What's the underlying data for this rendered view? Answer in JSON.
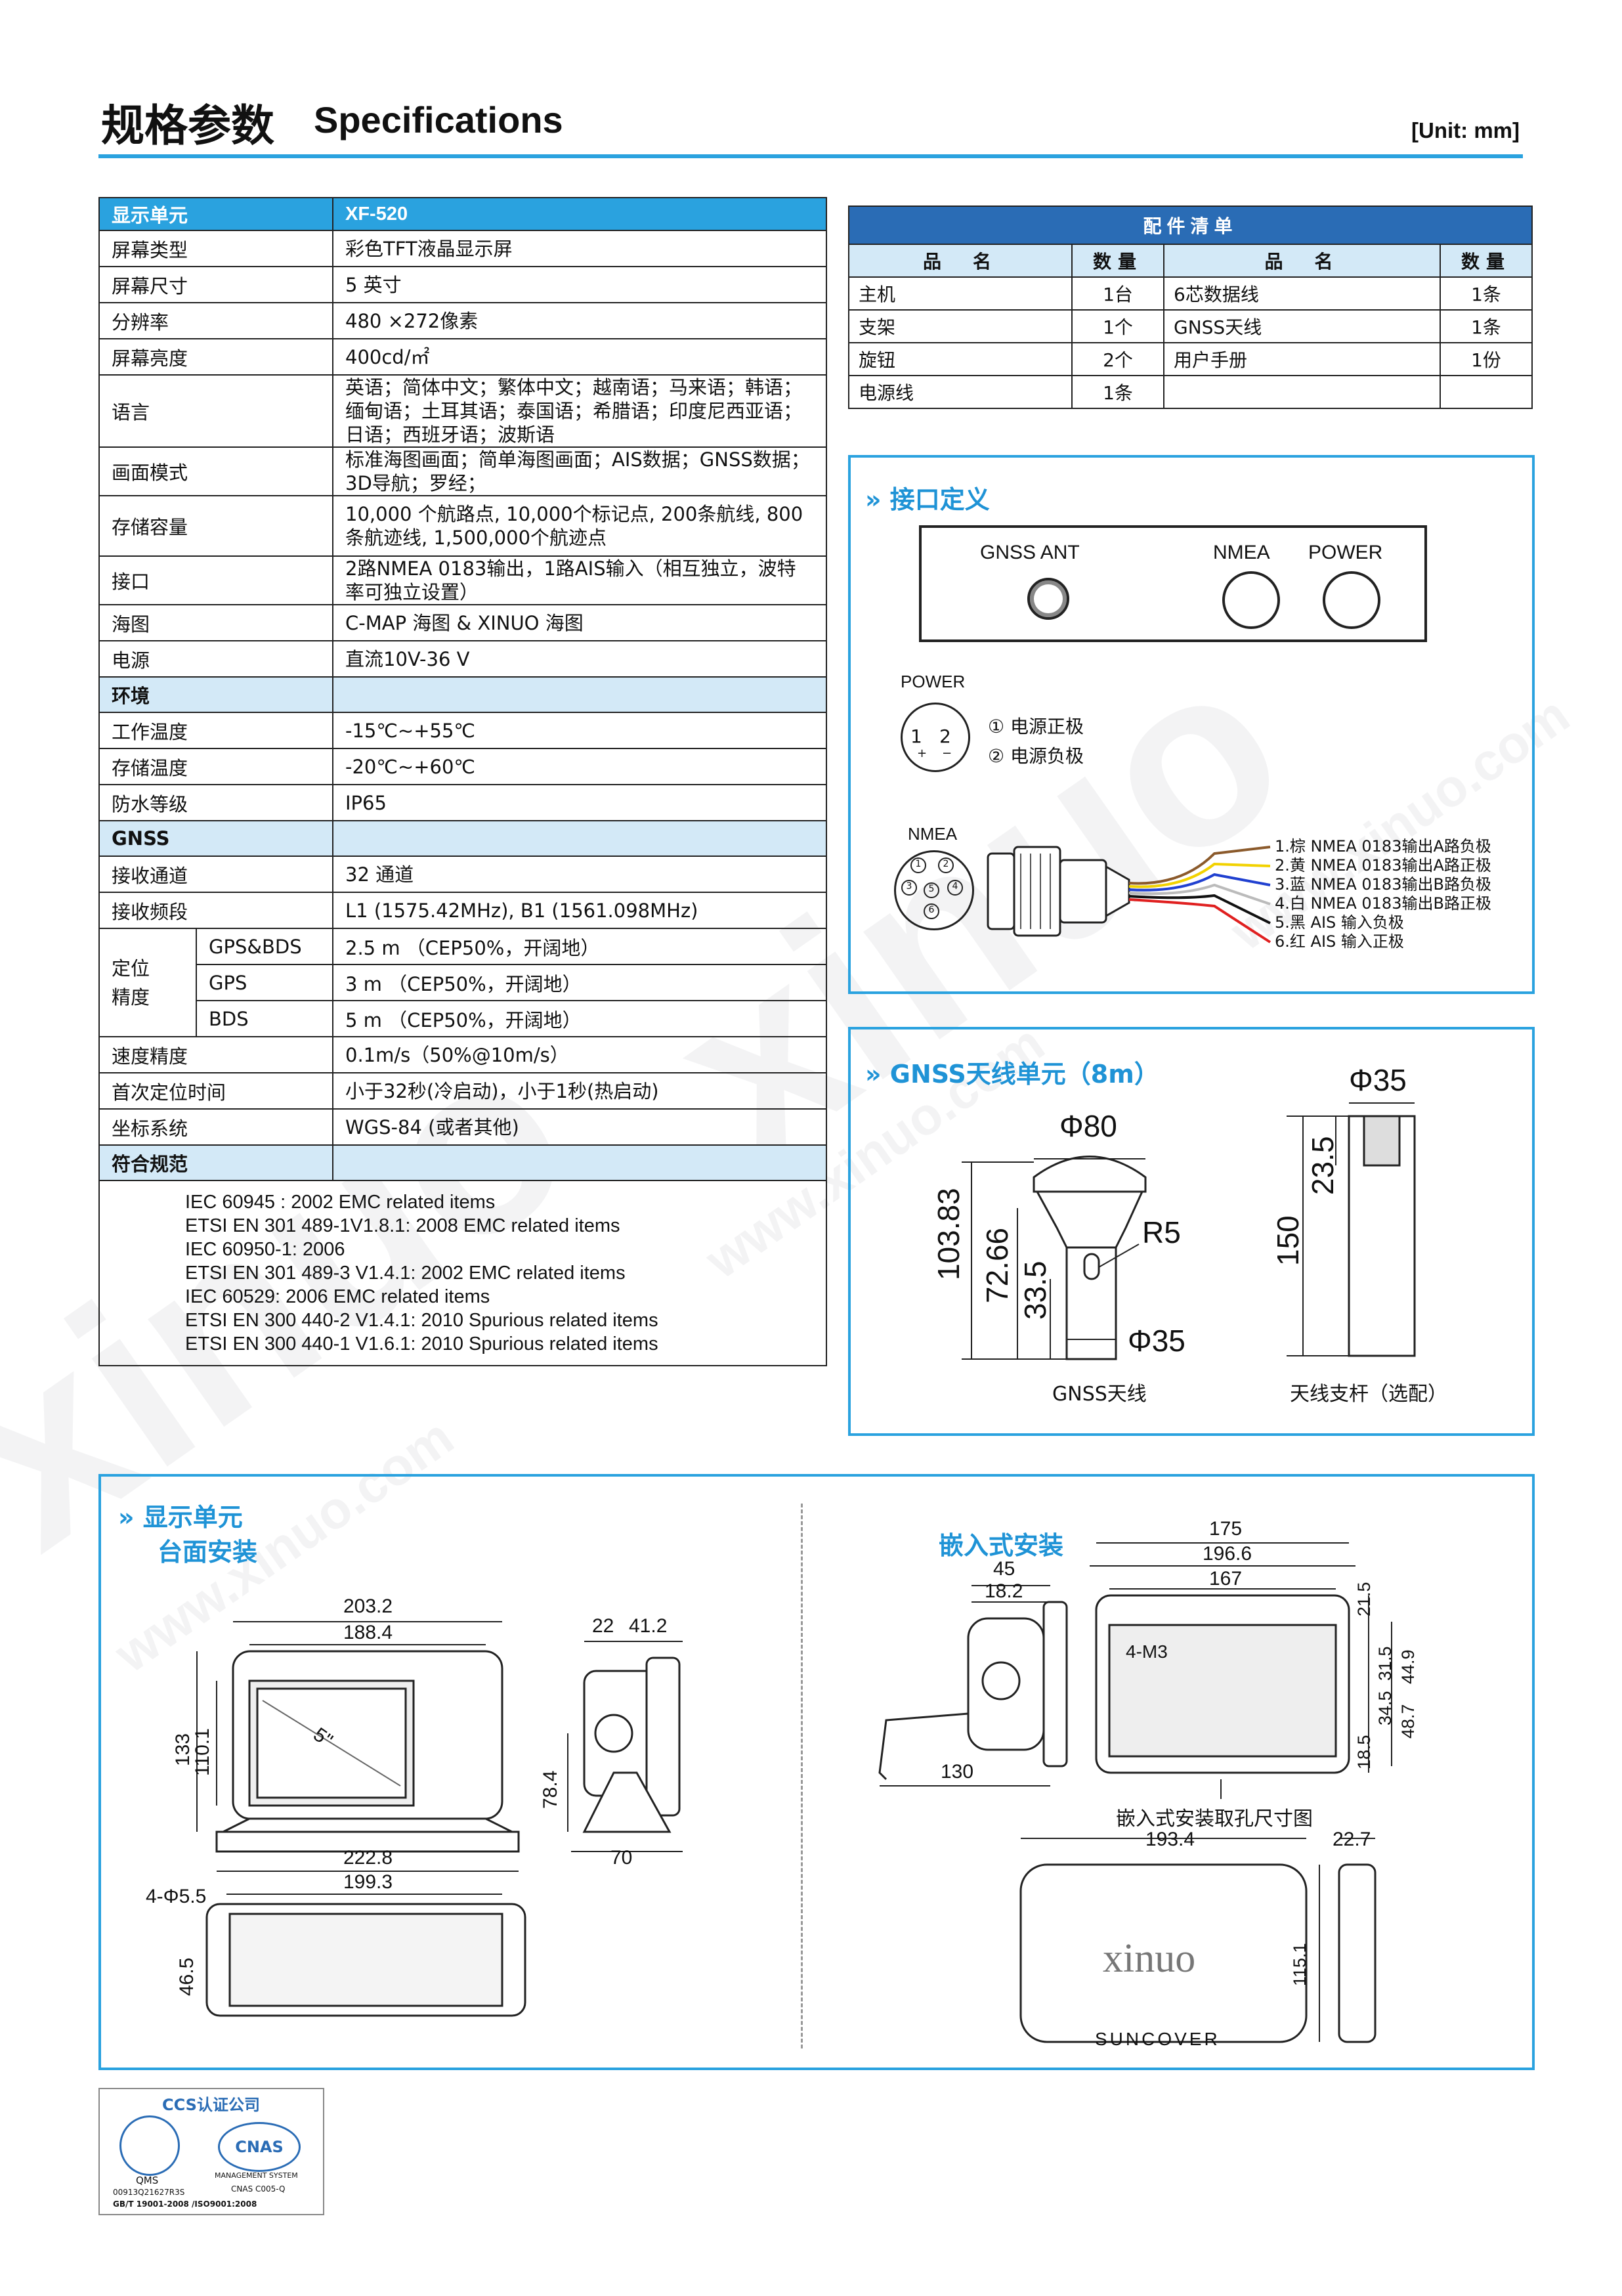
{
  "header": {
    "title_cn": "规格参数",
    "title_en": "Specifications",
    "unit": "[Unit: mm]"
  },
  "specs": {
    "head": {
      "label": "显示单元",
      "value": "XF-520"
    },
    "rows1": [
      {
        "label": "屏幕类型",
        "value": "彩色TFT液晶显示屏"
      },
      {
        "label": "屏幕尺寸",
        "value": "5 英寸"
      },
      {
        "label": "分辨率",
        "value": "480 ×272像素"
      },
      {
        "label": "屏幕亮度",
        "value": "400cd/㎡"
      },
      {
        "label": "语言",
        "value": "英语；简体中文；繁体中文；越南语；马来语；韩语；缅甸语；土耳其语；泰国语；希腊语；印度尼西亚语；日语；西班牙语；波斯语"
      },
      {
        "label": "画面模式",
        "value": "标准海图画面；简单海图画面；AIS数据；GNSS数据；3D导航；罗经；"
      },
      {
        "label": "存储容量",
        "value": "10,000 个航路点, 10,000个标记点, 200条航线, 800条航迹线, 1,500,000个航迹点"
      },
      {
        "label": "接口",
        "value": "2路NMEA 0183输出，1路AIS输入（相互独立，波特率可独立设置）"
      },
      {
        "label": "海图",
        "value": "C-MAP 海图 & XINUO 海图"
      },
      {
        "label": "电源",
        "value": "直流10V-36 V"
      }
    ],
    "section_env": "环境",
    "rows_env": [
      {
        "label": "工作温度",
        "value": "-15℃~+55℃"
      },
      {
        "label": "存储温度",
        "value": "-20℃~+60℃"
      },
      {
        "label": "防水等级",
        "value": "IP65"
      }
    ],
    "section_gnss": "GNSS",
    "rows_gnss": [
      {
        "label": "接收通道",
        "value": "32 通道"
      },
      {
        "label": "接收频段",
        "value": "L1 (1575.42MHz), B1 (1561.098MHz)"
      }
    ],
    "accuracy_label": "定位精度",
    "accuracy": [
      {
        "sys": "GPS&BDS",
        "value": "2.5 m （CEP50%，开阔地）"
      },
      {
        "sys": "GPS",
        "value": "3 m （CEP50%，开阔地）"
      },
      {
        "sys": "BDS",
        "value": "5 m （CEP50%，开阔地）"
      }
    ],
    "rows_after": [
      {
        "label": "速度精度",
        "value": "0.1m/s（50%@10m/s）"
      },
      {
        "label": "首次定位时间",
        "value": "小于32秒(冷启动)，小于1秒(热启动)"
      },
      {
        "label": "坐标系统",
        "value": "WGS-84 (或者其他)"
      }
    ],
    "section_std": "符合规范",
    "standards": [
      "IEC 60945 : 2002 EMC related items",
      "ETSI EN 301 489-1V1.8.1: 2008 EMC related items",
      "IEC 60950-1: 2006",
      "ETSI EN 301 489-3 V1.4.1: 2002 EMC related items",
      "IEC 60529: 2006 EMC related items",
      "ETSI EN 300 440-2 V1.4.1: 2010 Spurious related items",
      "ETSI EN 300 440-1 V1.6.1: 2010 Spurious related items"
    ]
  },
  "accessories": {
    "title": "配件清单",
    "headers": [
      "品　名",
      "数量",
      "品　名",
      "数量"
    ],
    "rows": [
      [
        "主机",
        "1台",
        "6芯数据线",
        "1条"
      ],
      [
        "支架",
        "1个",
        "GNSS天线",
        "1条"
      ],
      [
        "旋钮",
        "2个",
        "用户手册",
        "1份"
      ],
      [
        "电源线",
        "1条",
        "",
        ""
      ]
    ]
  },
  "interface": {
    "title": "接口定义",
    "ports": [
      "GNSS ANT",
      "NMEA",
      "POWER"
    ],
    "power_label": "POWER",
    "power_pins": [
      "① 电源正极",
      "② 电源负极"
    ],
    "power_pin_nums": [
      "1",
      "2"
    ],
    "power_signs": [
      "+",
      "−"
    ],
    "nmea_label": "NMEA",
    "nmea_pin_nums": [
      "1",
      "2",
      "3",
      "4",
      "5",
      "6"
    ],
    "wires": [
      {
        "text": "1.棕 NMEA 0183输出A路负极",
        "color": "#8b5a2b"
      },
      {
        "text": "2.黄 NMEA 0183输出A路正极",
        "color": "#f2d200"
      },
      {
        "text": "3.蓝 NMEA 0183输出B路负极",
        "color": "#2040d0"
      },
      {
        "text": "4.白 NMEA 0183输出B路正极",
        "color": "#bbbbbb"
      },
      {
        "text": "5.黑 AIS 输入负极",
        "color": "#111111"
      },
      {
        "text": "6.红 AIS 输入正极",
        "color": "#e02020"
      }
    ]
  },
  "gnss": {
    "title": "GNSS天线单元（8m）",
    "dims": {
      "top": "Φ80",
      "h1": "103.83",
      "h2": "72.66",
      "h3": "33.5",
      "r": "R5",
      "bottom": "Φ35",
      "pole_top": "Φ35",
      "pole_h1": "23.5",
      "pole_h2": "150"
    },
    "captions": [
      "GNSS天线",
      "天线支杆（选配）"
    ]
  },
  "display": {
    "title": "显示单元",
    "subtitle_desk": "台面安装",
    "subtitle_flush": "嵌入式安装",
    "desk_dims": [
      "203.2",
      "188.4",
      "133",
      "110.1",
      "5\"",
      "22",
      "41.2",
      "78.4",
      "222.8",
      "70",
      "199.3",
      "4-Φ5.5",
      "46.5"
    ],
    "flush_dims": [
      "45",
      "18.2",
      "130",
      "175",
      "196.6",
      "167",
      "4-M3",
      "21.5",
      "31.5",
      "34.5",
      "44.9",
      "48.7",
      "18.5"
    ],
    "cutout_caption": "嵌入式安装取孔尺寸图",
    "cover_dims": [
      "193.4",
      "22.7",
      "115.1"
    ],
    "cover_caption": "SUNCOVER",
    "brand": "xinuo",
    "colors": {
      "accent": "#2aa2df",
      "table_head": "#2a6cb5",
      "section_bg": "#d3e9f7"
    }
  },
  "cert": {
    "name": "CCS认证公司",
    "qms": "QMS",
    "qms_no": "00913Q21627R3S",
    "cnas": "CNAS",
    "cnas_text": "MANAGEMENT SYSTEM",
    "cnas_no": "CNAS C005-Q",
    "std": "GB/T 19001-2008 /ISO9001:2008"
  },
  "watermark": "www.xinuo.com"
}
